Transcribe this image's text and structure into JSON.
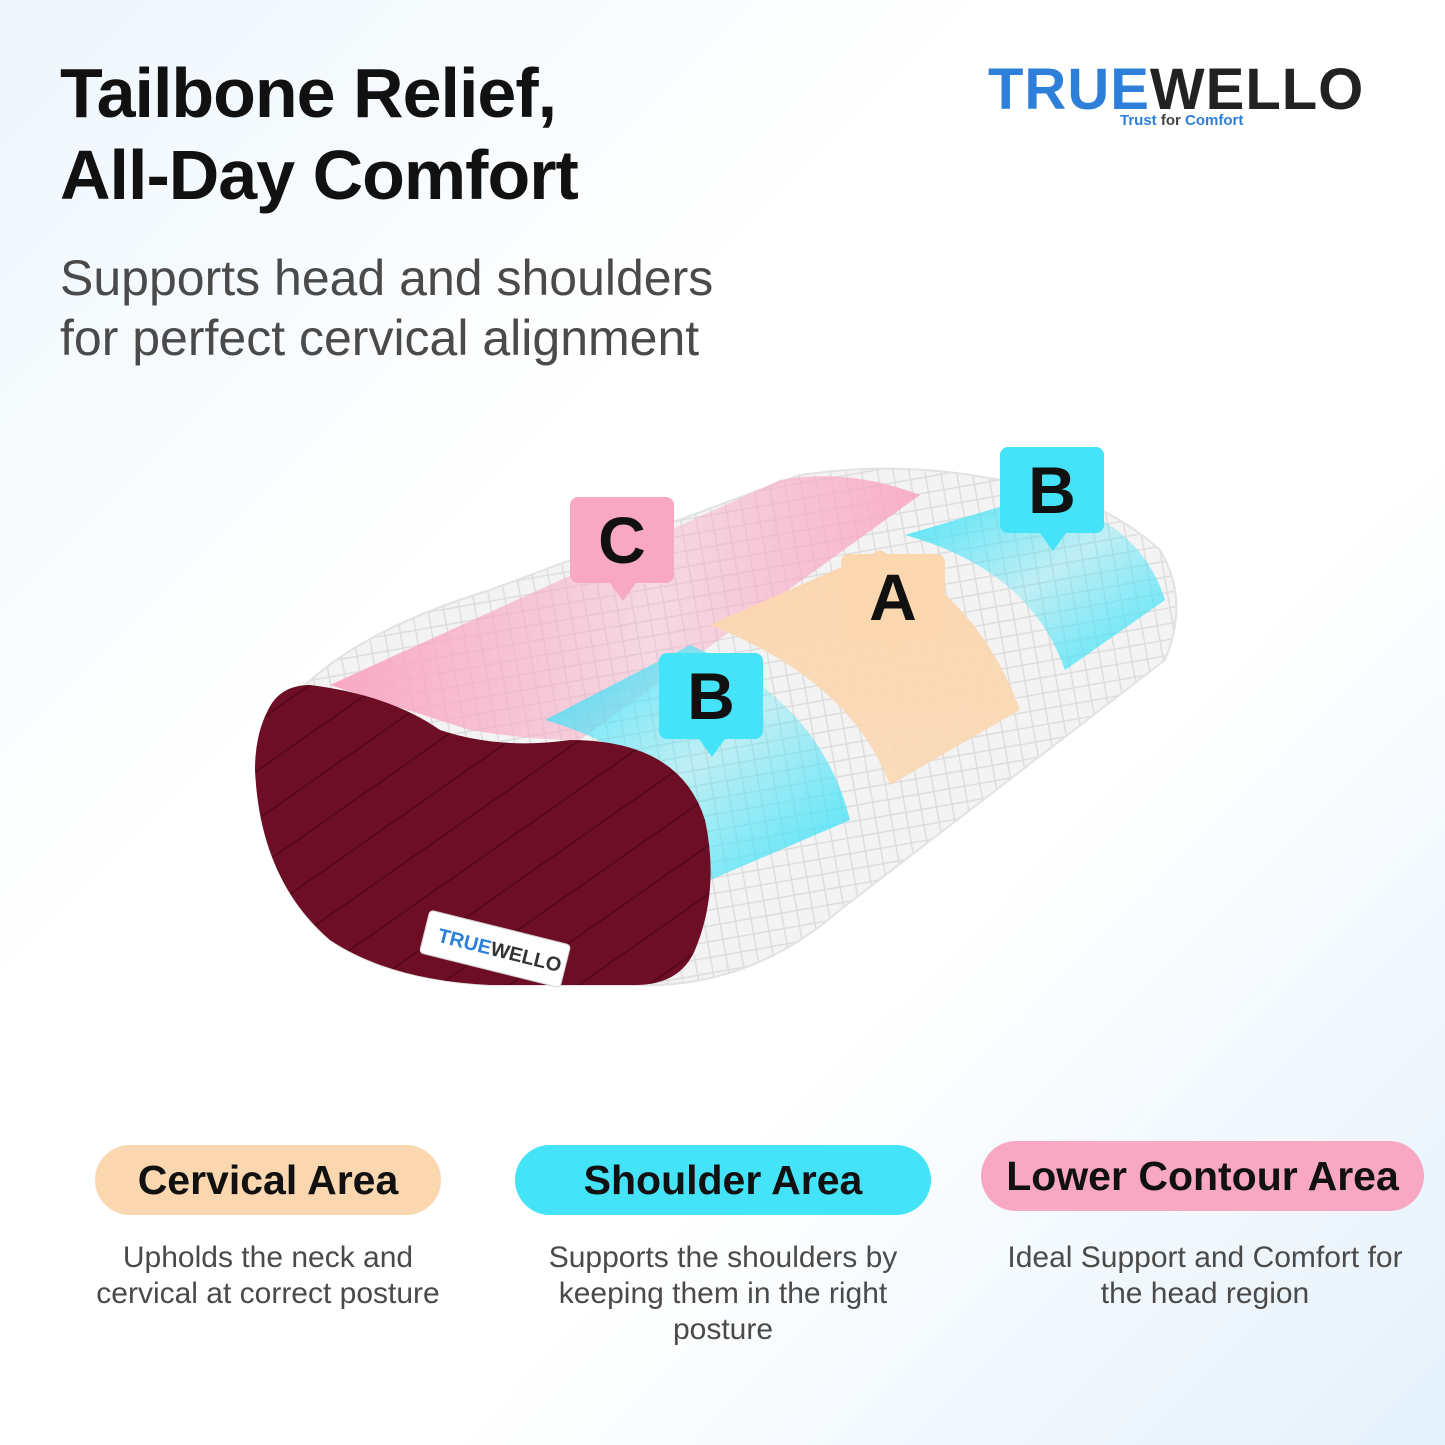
{
  "headline": {
    "line1": "Tailbone Relief,",
    "line2": "All-Day Comfort"
  },
  "subhead": {
    "line1": "Supports head and shoulders",
    "line2": "for perfect cervical alignment"
  },
  "brand": {
    "name_part1": "TRUE",
    "name_part2": "WELLO",
    "tagline_part1": "Trust",
    "tagline_part2": "for",
    "tagline_part3": "Comfort",
    "primary_color": "#2d7fd9",
    "dark_color": "#222222"
  },
  "pillow": {
    "cover_color": "#6e0e26",
    "label_part1": "TRUE",
    "label_part2": "WELLO"
  },
  "markers": {
    "c": "C",
    "b_back": "B",
    "a": "A",
    "b_front": "B"
  },
  "zones": [
    {
      "title": "Cervical Area",
      "color": "#fbd7b0",
      "desc_line1": "Upholds the neck and",
      "desc_line2": "cervical at correct posture"
    },
    {
      "title": "Shoulder Area",
      "color": "#45e3f8",
      "desc_line1": "Supports the shoulders by",
      "desc_line2": "keeping them in the right",
      "desc_line3": "posture"
    },
    {
      "title": "Lower Contour Area",
      "color": "#f9a8c3",
      "desc_line1": "Ideal Support and Comfort for",
      "desc_line2": "the head region"
    }
  ]
}
